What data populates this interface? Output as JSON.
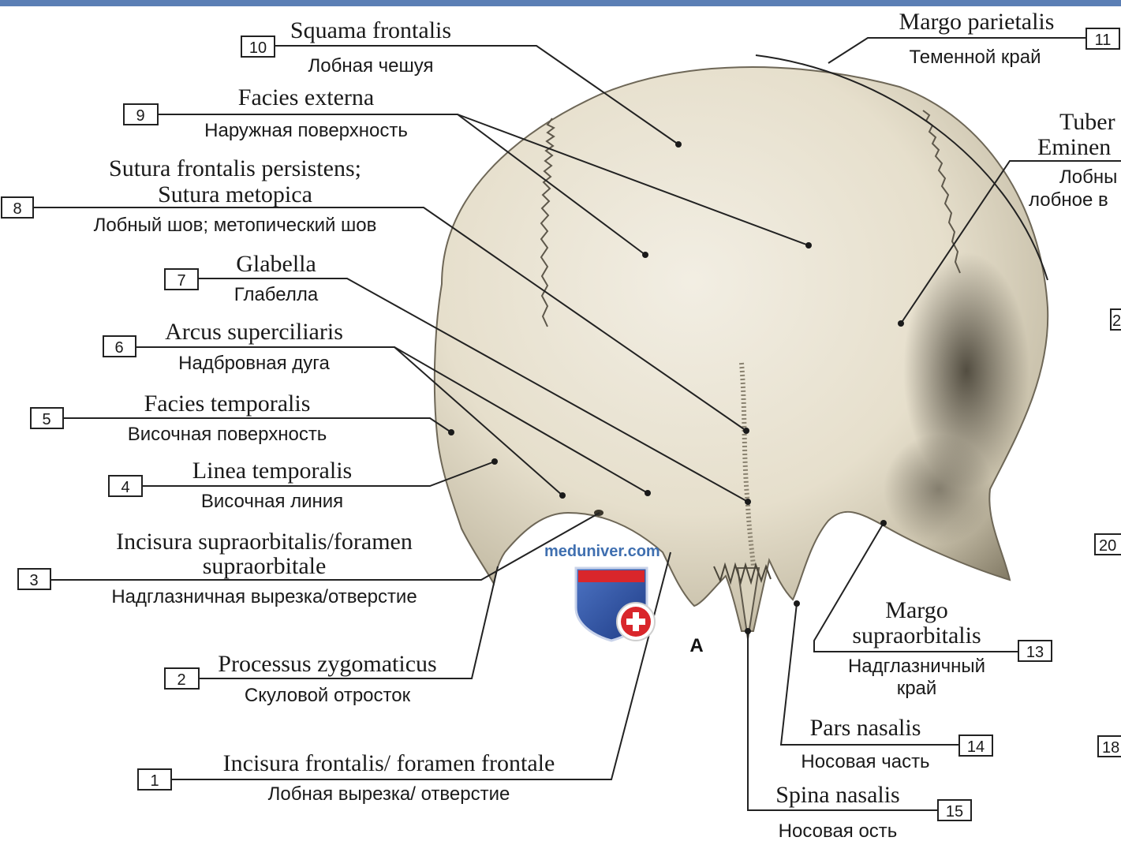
{
  "labels": {
    "l1": {
      "num": "1",
      "latin": "Incisura frontalis/ foramen frontale",
      "russian": "Лобная вырезка/ отверстие"
    },
    "l2": {
      "num": "2",
      "latin": "Processus zygomaticus",
      "russian": "Скуловой отросток"
    },
    "l3": {
      "num": "3",
      "latin_1": "Incisura supraorbitalis/foramen",
      "latin_2": "supraorbitale",
      "russian": "Надглазничная вырезка/отверстие"
    },
    "l4": {
      "num": "4",
      "latin": "Linea temporalis",
      "russian": "Височная линия"
    },
    "l5": {
      "num": "5",
      "latin": "Facies temporalis",
      "russian": "Височная поверхность"
    },
    "l6": {
      "num": "6",
      "latin": "Arcus superciliaris",
      "russian": "Надбровная дуга"
    },
    "l7": {
      "num": "7",
      "latin": "Glabella",
      "russian": "Глабелла"
    },
    "l8": {
      "num": "8",
      "latin_1": "Sutura frontalis persistens;",
      "latin_2": "Sutura metopica",
      "russian": "Лобный шов; метопический шов"
    },
    "l9": {
      "num": "9",
      "latin": "Facies externa",
      "russian": "Наружная поверхность"
    },
    "l10": {
      "num": "10",
      "latin": "Squama frontalis",
      "russian": "Лобная чешуя"
    },
    "l11": {
      "num": "11",
      "latin": "Margo parietalis",
      "russian": "Теменной край"
    },
    "l12": {
      "latin_1": "Tuber",
      "latin_2": "Eminen",
      "russian_1": "Лобны",
      "russian_2": "лобное в"
    },
    "l13": {
      "num": "13",
      "latin_1": "Margo",
      "latin_2": "supraorbitalis",
      "russian_1": "Надглазничный",
      "russian_2": "край"
    },
    "l14": {
      "num": "14",
      "latin": "Pars nasalis",
      "russian": "Носовая часть"
    },
    "l15": {
      "num": "15",
      "latin": "Spina nasalis",
      "russian": "Носовая ость"
    }
  },
  "edge_numbers": [
    "2",
    "20",
    "18"
  ],
  "figure_letter": "A",
  "watermark": "meduniver.com",
  "colors": {
    "header_bar": "#5b7fb5",
    "bone_light": "#ebe5d4",
    "bone_shadow": "#6b6455",
    "shield_blue": "#2f54a8",
    "shield_red": "#d9262b"
  }
}
